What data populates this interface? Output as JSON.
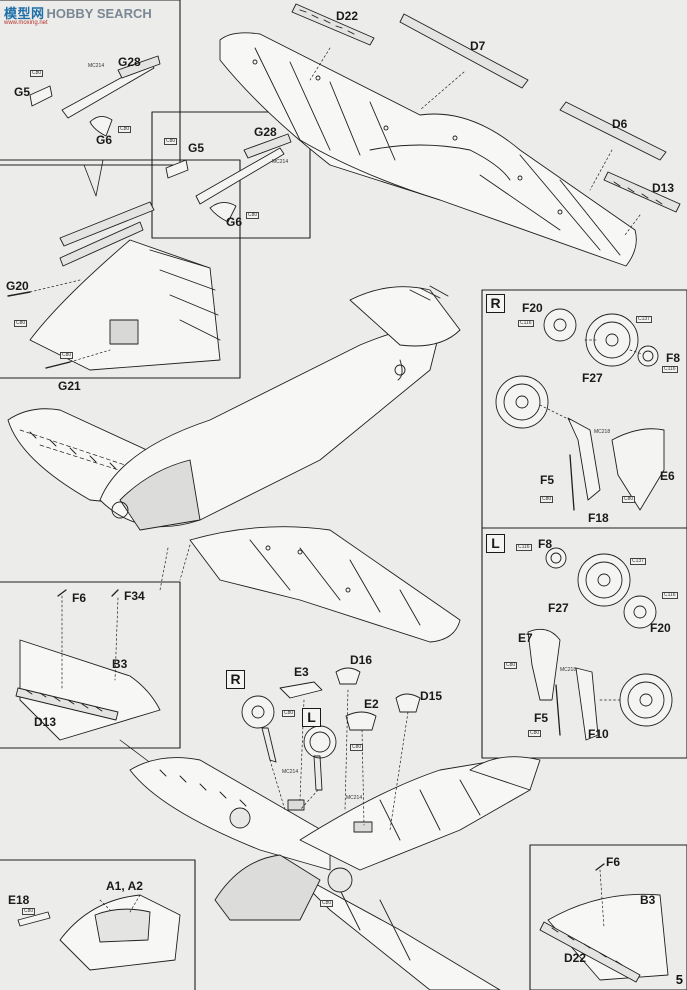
{
  "watermark": {
    "logo": "模型网",
    "word": "HOBBY SEARCH",
    "url": "www.moxing.net"
  },
  "page_number": "5",
  "colors": {
    "line": "#1f1f1f",
    "paper": "#ececea",
    "watermark_blue": "#1f6fa8",
    "watermark_red": "#b7312c"
  },
  "panels": {
    "gun_top": {
      "parts": [
        "G28",
        "G5",
        "G6"
      ],
      "codes": [
        "C80",
        "MC214",
        "C80"
      ]
    },
    "gun_mid": {
      "parts": [
        "G28",
        "G5",
        "G6"
      ],
      "codes": [
        "C80",
        "MC214",
        "C80"
      ]
    },
    "fuselage_detail": {
      "parts": [
        "G20",
        "G21"
      ],
      "codes": [
        "C80",
        "C80"
      ]
    },
    "upper_wing": {
      "parts": [
        "D22",
        "D7",
        "D6",
        "D13"
      ]
    },
    "right_gear": {
      "mark": "R",
      "parts": [
        "F20",
        "F8",
        "F27",
        "F5",
        "E6",
        "F18"
      ],
      "codes": [
        "C116",
        "C137",
        "C116",
        "MC218",
        "C80",
        "C80"
      ]
    },
    "left_gear": {
      "mark": "L",
      "parts": [
        "F8",
        "F27",
        "F20",
        "E7",
        "F5",
        "F10"
      ],
      "codes": [
        "C116",
        "C137",
        "C116",
        "C80",
        "MC218",
        "C80"
      ]
    },
    "wing_left_detail": {
      "parts": [
        "F6",
        "F34",
        "B3",
        "D13"
      ]
    },
    "lower_assembly": {
      "marks": [
        "R",
        "L"
      ],
      "parts": [
        "E3",
        "D16",
        "E2",
        "D15"
      ],
      "codes": [
        "C80",
        "C80",
        "MC214",
        "MC214",
        "C80"
      ]
    },
    "nose_detail": {
      "parts": [
        "E18",
        "A1, A2"
      ],
      "codes": [
        "C80"
      ]
    },
    "wing_right_detail": {
      "parts": [
        "F6",
        "B3",
        "D22"
      ]
    }
  }
}
